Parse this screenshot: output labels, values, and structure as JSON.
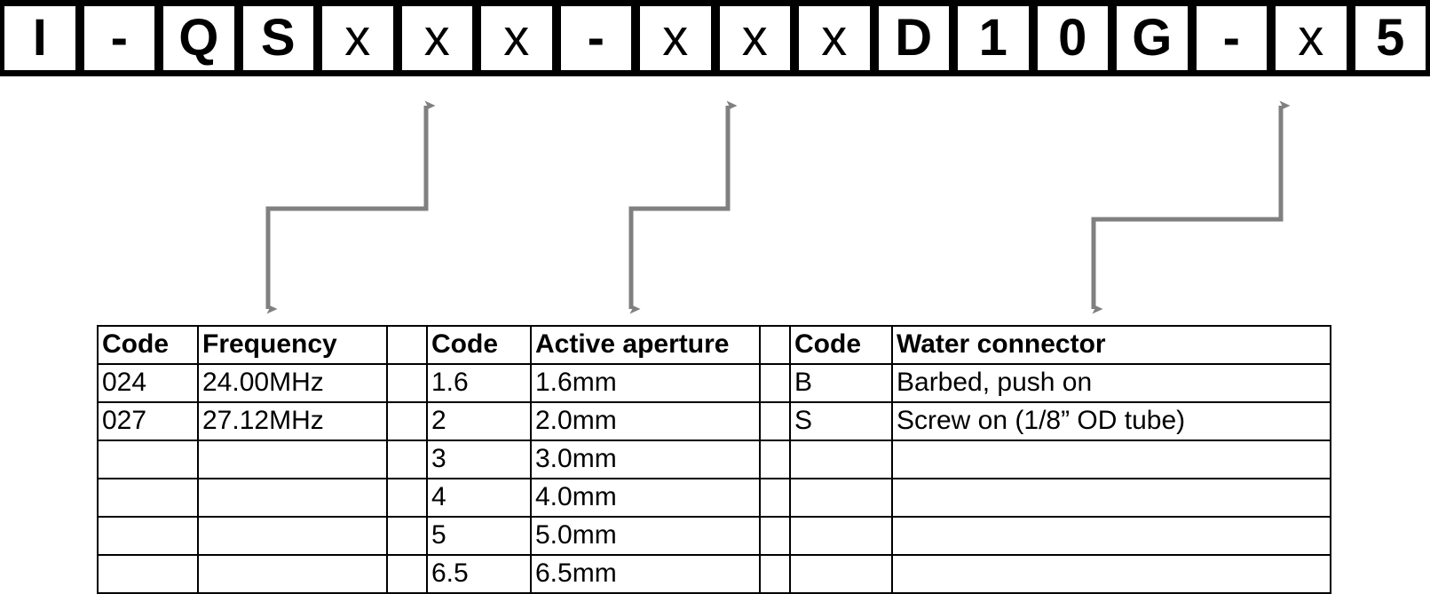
{
  "part_number": {
    "label": "I-QSxxx-xxxD10G-x5",
    "cells": [
      {
        "char": "I",
        "kind": "fixed"
      },
      {
        "char": "-",
        "kind": "fixed"
      },
      {
        "char": "Q",
        "kind": "fixed"
      },
      {
        "char": "S",
        "kind": "fixed"
      },
      {
        "char": "x",
        "kind": "var"
      },
      {
        "char": "x",
        "kind": "var"
      },
      {
        "char": "x",
        "kind": "var"
      },
      {
        "char": "-",
        "kind": "fixed"
      },
      {
        "char": "x",
        "kind": "var"
      },
      {
        "char": "x",
        "kind": "var"
      },
      {
        "char": "x",
        "kind": "var"
      },
      {
        "char": "D",
        "kind": "fixed"
      },
      {
        "char": "1",
        "kind": "fixed"
      },
      {
        "char": "0",
        "kind": "fixed"
      },
      {
        "char": "G",
        "kind": "fixed"
      },
      {
        "char": "-",
        "kind": "fixed"
      },
      {
        "char": "x",
        "kind": "var"
      },
      {
        "char": "5",
        "kind": "fixed"
      }
    ]
  },
  "leaders": {
    "color": "#808080",
    "items": [
      {
        "name": "frequency-leader",
        "from_cell_index": 5,
        "to_column": "frequency"
      },
      {
        "name": "aperture-leader",
        "from_cell_index": 9,
        "to_column": "aperture"
      },
      {
        "name": "connector-leader",
        "from_cell_index": 16,
        "to_column": "water-connector"
      }
    ]
  },
  "tables": {
    "frequency": {
      "headers": [
        "Code",
        "Frequency"
      ],
      "rows": [
        [
          "024",
          "24.00MHz"
        ],
        [
          "027",
          "27.12MHz"
        ],
        [
          "",
          ""
        ],
        [
          "",
          ""
        ],
        [
          "",
          ""
        ],
        [
          "",
          ""
        ]
      ]
    },
    "aperture": {
      "headers": [
        "Code",
        "Active aperture"
      ],
      "rows": [
        [
          "1.6",
          "1.6mm"
        ],
        [
          "2",
          "2.0mm"
        ],
        [
          "3",
          "3.0mm"
        ],
        [
          "4",
          "4.0mm"
        ],
        [
          "5",
          "5.0mm"
        ],
        [
          "6.5",
          "6.5mm"
        ]
      ]
    },
    "water_connector": {
      "headers": [
        "Code",
        "Water connector"
      ],
      "rows": [
        [
          "B",
          "Barbed, push on"
        ],
        [
          "S",
          "Screw on (1/8” OD tube)"
        ],
        [
          "",
          ""
        ],
        [
          "",
          ""
        ],
        [
          "",
          ""
        ],
        [
          "",
          ""
        ]
      ]
    }
  }
}
